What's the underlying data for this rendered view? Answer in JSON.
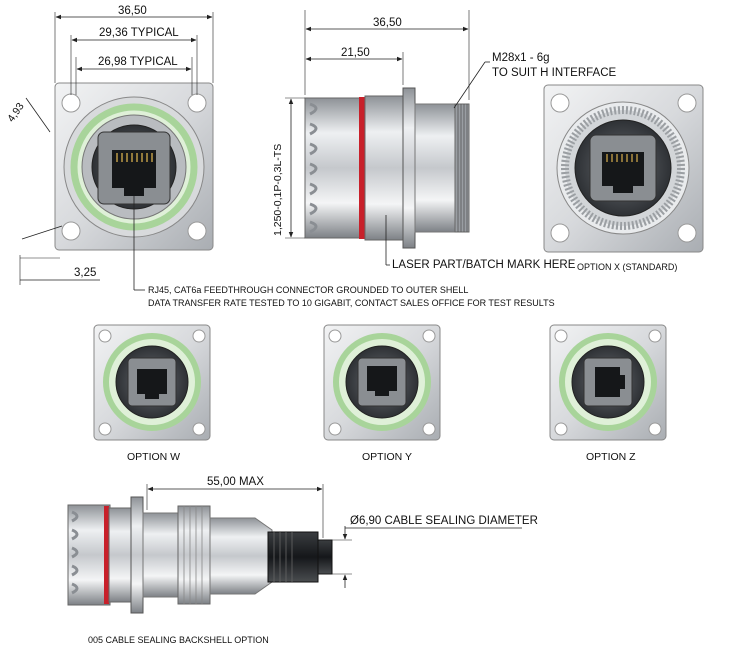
{
  "dimensions": {
    "front_width": "36,50",
    "typical_outer": "29,36 TYPICAL",
    "typical_inner": "26,98 TYPICAL",
    "hole_dia": "4,93",
    "corner_offset": "3,25",
    "side_width": "36,50",
    "side_body": "21,50",
    "thread_label": "1,250-0,1P-0,3L-TS",
    "backshell_length": "55,00 MAX",
    "cable_diameter": "Ø6,90 CABLE SEALING DIAMETER"
  },
  "notes": {
    "thread_spec_line1": "M28x1 - 6g",
    "thread_spec_line2": "TO SUIT H INTERFACE",
    "laser_mark": "LASER PART/BATCH MARK HERE",
    "rj45_line1": "RJ45, CAT6a FEEDTHROUGH CONNECTOR GROUNDED TO OUTER SHELL",
    "rj45_line2": "DATA TRANSFER RATE TESTED TO 10 GIGABIT, CONTACT SALES OFFICE FOR TEST RESULTS"
  },
  "options": {
    "x": "OPTION X (STANDARD)",
    "w": "OPTION W",
    "y": "OPTION Y",
    "z": "OPTION Z",
    "backshell": "005 CABLE SEALING BACKSHELL OPTION"
  },
  "colors": {
    "green_ring": "#a8d49a",
    "red_band": "#c8202a",
    "metal": "#c9ccd1"
  }
}
